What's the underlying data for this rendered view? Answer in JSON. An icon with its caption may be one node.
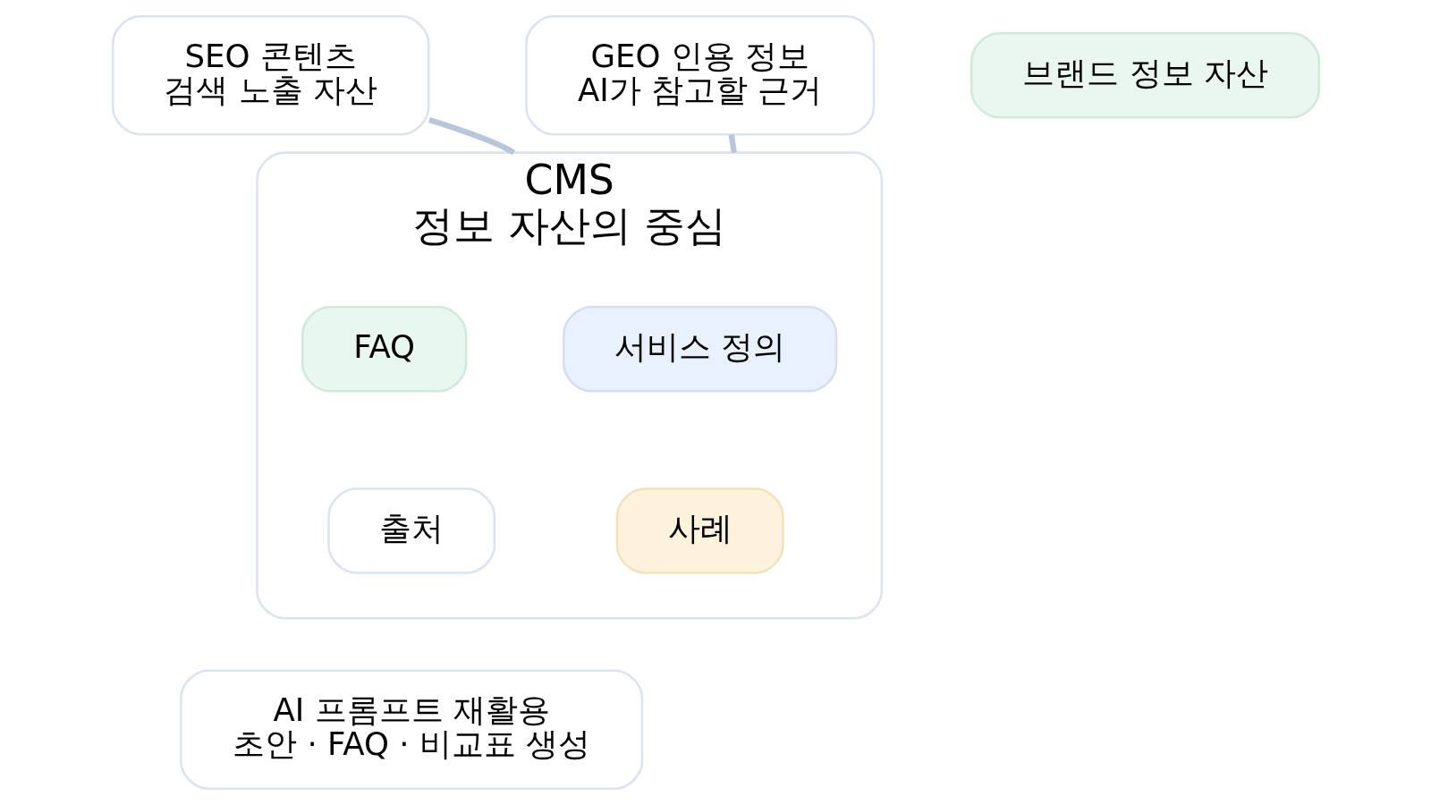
{
  "diagram": {
    "nodes": [
      {
        "text": [
          "SEO 콘텐츠",
          "검색 노출 자산"
        ]
      },
      {
        "text": [
          "GEO 인용 정보",
          "AI가 참고할 근거"
        ]
      },
      {
        "text": [
          "브랜드 정보 자산"
        ]
      },
      {
        "text": [
          "CMS",
          "정보 자산의 중심"
        ]
      },
      {
        "text": [
          "서비스 정의"
        ],
        "in": 3
      },
      {
        "text": [
          "FAQ"
        ],
        "in": 3
      },
      {
        "text": [
          "사례"
        ],
        "in": 3
      },
      {
        "text": [
          "출처"
        ],
        "in": 3
      },
      {
        "text": [
          "AI 프롬프트 재활용",
          "초안 · FAQ · 비교표 생성"
        ]
      }
    ],
    "edges": [
      {
        "from": 0,
        "to": 3,
        "arrow": "none"
      },
      {
        "from": 1,
        "to": 3,
        "arrow": "none"
      }
    ]
  }
}
